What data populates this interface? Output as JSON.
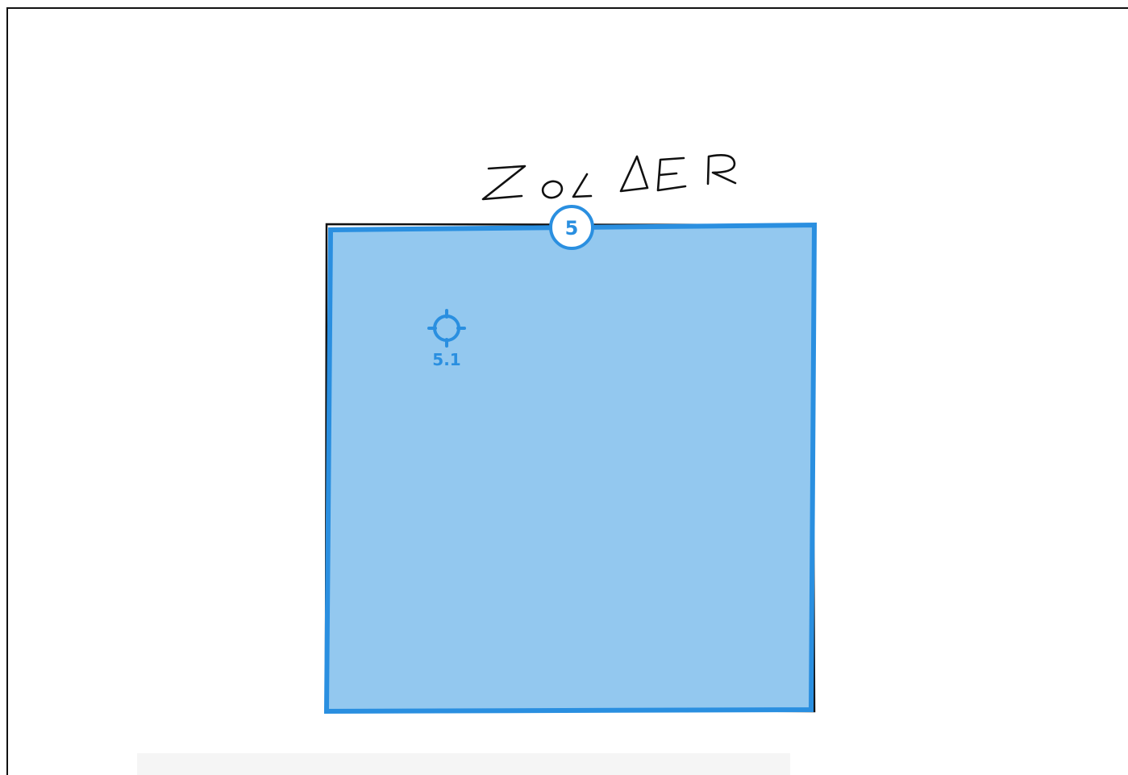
{
  "plan": {
    "room_label": "ZOLDER",
    "zone_badge": "5",
    "point_label": "5.1"
  },
  "colors": {
    "zone_stroke": "#2a8fe0",
    "zone_fill": "#93c8ef",
    "badge_bg": "#ffffff",
    "ink": "#111111"
  },
  "icons": {
    "measurement_point": "crosshair-target-icon"
  }
}
